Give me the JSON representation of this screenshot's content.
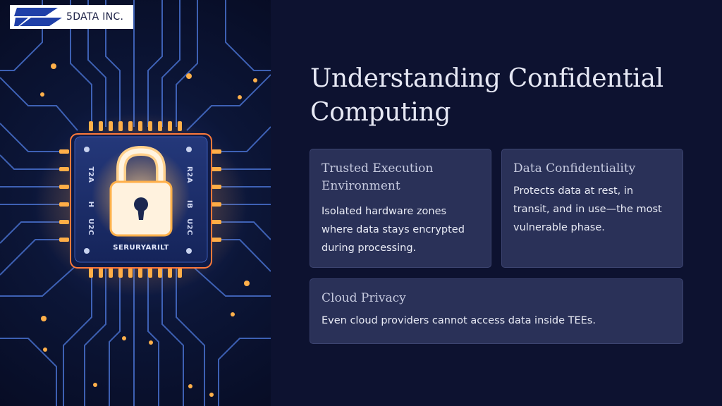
{
  "logo": {
    "company_name": "5DATA INC.",
    "icon": "stripes-logo-icon",
    "colors": {
      "mark": "#1f3fa8",
      "background": "#ffffff"
    }
  },
  "illustration": {
    "icon": "padlock-icon",
    "chip_text": "SERURYARILT",
    "chip_side_left": [
      "T2A",
      "H",
      "U2C"
    ],
    "chip_side_right": [
      "R2A",
      "IB",
      "U2C"
    ],
    "colors": {
      "glow": "#ffb04a",
      "traces": "#4f7be0",
      "chip": "#1b2b63"
    }
  },
  "main": {
    "title": "Understanding Confidential Computing",
    "cards": [
      {
        "title": "Trusted Execution Environment",
        "body": "Isolated hardware zones where data stays encrypted during processing."
      },
      {
        "title": "Data Confidentiality",
        "body": "Protects data at rest, in transit, and in use—the most vulnerable phase."
      },
      {
        "title": "Cloud Privacy",
        "body": "Even cloud providers cannot access data inside TEEs."
      }
    ]
  },
  "colors": {
    "background": "#0d1230",
    "card_background": "#2a3158",
    "card_border": "#3c4470",
    "title_text": "#e6e8f4",
    "card_title_text": "#c7cbe0",
    "body_text": "#e9ebf5"
  }
}
